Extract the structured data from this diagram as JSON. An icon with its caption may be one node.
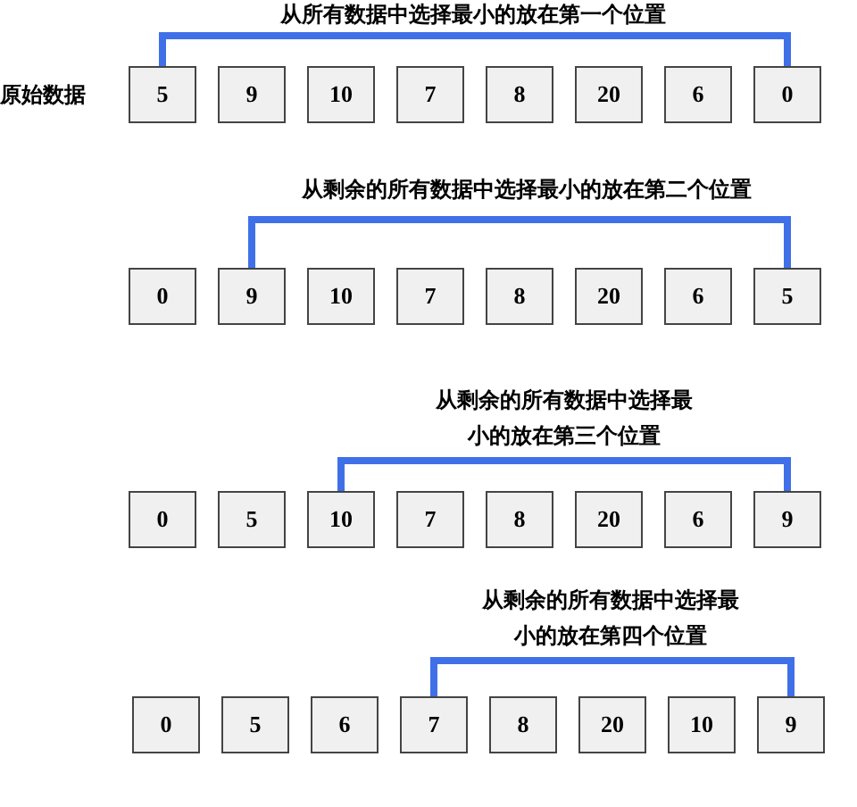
{
  "diagram": {
    "nodes": [
      {
        "text": [
          "5"
        ]
      },
      {
        "text": [
          "9"
        ]
      },
      {
        "text": [
          "10"
        ]
      },
      {
        "text": [
          "7"
        ]
      },
      {
        "text": [
          "8"
        ]
      },
      {
        "text": [
          "20"
        ]
      },
      {
        "text": [
          "6"
        ]
      },
      {
        "text": [
          "0"
        ]
      },
      {
        "text": [
          "0"
        ]
      },
      {
        "text": [
          "9"
        ]
      },
      {
        "text": [
          "10"
        ]
      },
      {
        "text": [
          "7"
        ]
      },
      {
        "text": [
          "8"
        ]
      },
      {
        "text": [
          "20"
        ]
      },
      {
        "text": [
          "6"
        ]
      },
      {
        "text": [
          "5"
        ]
      },
      {
        "text": [
          "0"
        ]
      },
      {
        "text": [
          "5"
        ]
      },
      {
        "text": [
          "10"
        ]
      },
      {
        "text": [
          "7"
        ]
      },
      {
        "text": [
          "8"
        ]
      },
      {
        "text": [
          "20"
        ]
      },
      {
        "text": [
          "6"
        ]
      },
      {
        "text": [
          "9"
        ]
      },
      {
        "text": [
          "0"
        ]
      },
      {
        "text": [
          "5"
        ]
      },
      {
        "text": [
          "6"
        ]
      },
      {
        "text": [
          "7"
        ]
      },
      {
        "text": [
          "8"
        ]
      },
      {
        "text": [
          "20"
        ]
      },
      {
        "text": [
          "10"
        ]
      },
      {
        "text": [
          "9"
        ]
      }
    ],
    "edges": [
      {
        "from": 0,
        "to": 7,
        "arrow": "none",
        "label": "从所有数据中选择最小的放在第一个位置"
      },
      {
        "from": 9,
        "to": 15,
        "arrow": "none",
        "label": "从剩余的所有数据中选择最小的放在第二个位置"
      },
      {
        "from": 18,
        "to": 23,
        "arrow": "none",
        "label": "从剩余的所有数据中选择最小的放在第三个位置"
      },
      {
        "from": 27,
        "to": 31,
        "arrow": "none",
        "label": "从剩余的所有数据中选择最小的放在第四个位置"
      }
    ],
    "labels": [
      "原始数据"
    ]
  }
}
